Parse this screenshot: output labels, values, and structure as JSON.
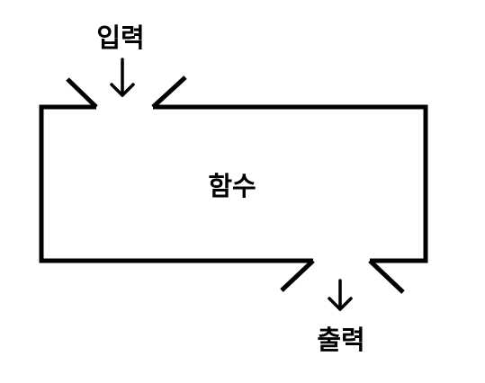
{
  "diagram": {
    "input_label": "입력",
    "function_label": "함수",
    "output_label": "출력"
  },
  "colors": {
    "stroke": "#000000",
    "background": "#ffffff"
  }
}
